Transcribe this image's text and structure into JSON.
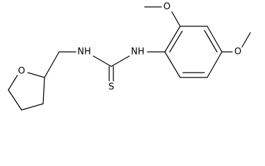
{
  "molecule": {
    "atoms": {
      "o_methoxy_top": "O",
      "o_methoxy_right": "O",
      "nh_left": "NH",
      "nh_right": "NH",
      "s_thione": "S",
      "o_ring": "O"
    },
    "colors": {
      "bond": "#000000",
      "label": "#000000",
      "background": "#ffffff"
    }
  }
}
